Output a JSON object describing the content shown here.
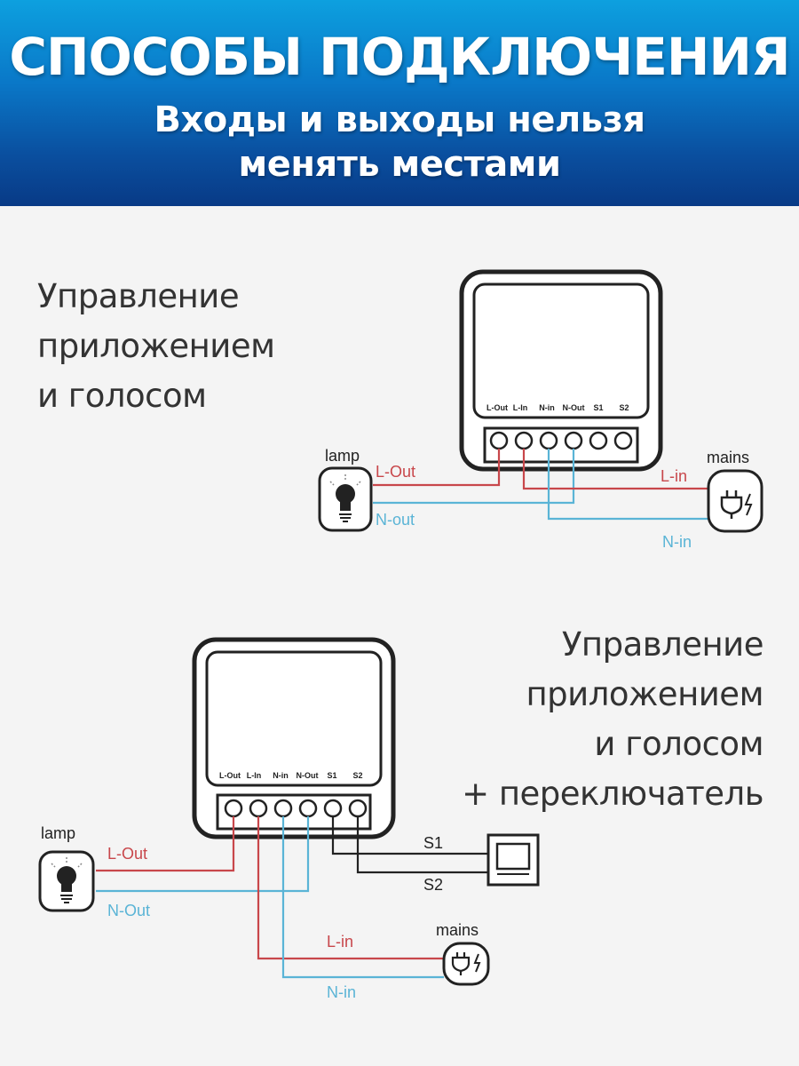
{
  "header": {
    "title": "СПОСОБЫ ПОДКЛЮЧЕНИЯ",
    "subtitle_line1": "Входы и выходы нельзя",
    "subtitle_line2": "менять местами"
  },
  "colors": {
    "header_top": "#0da0df",
    "header_bottom": "#083a86",
    "live_wire": "#c8474b",
    "neutral_wire": "#5ab4d6",
    "switch_wire": "#222222",
    "device_outline": "#222222"
  },
  "scheme1": {
    "caption": [
      "Управление",
      "приложением",
      "и голосом"
    ],
    "terminals": [
      "L-Out",
      "L-In",
      "N-in",
      "N-Out",
      "S1",
      "S2"
    ],
    "lamp_label": "lamp",
    "mains_label": "mains",
    "wires": {
      "l_out": "L-Out",
      "n_out": "N-out",
      "l_in": "L-in",
      "n_in": "N-in"
    },
    "icons": {
      "lamp": "lightbulb-icon",
      "mains": "plug-icon"
    }
  },
  "scheme2": {
    "caption": [
      "Управление",
      "приложением",
      "и голосом",
      "+ переключатель"
    ],
    "terminals": [
      "L-Out",
      "L-In",
      "N-in",
      "N-Out",
      "S1",
      "S2"
    ],
    "lamp_label": "lamp",
    "mains_label": "mains",
    "wires": {
      "l_out": "L-Out",
      "n_out": "N-Out",
      "l_in": "L-in",
      "n_in": "N-in",
      "s1": "S1",
      "s2": "S2"
    },
    "icons": {
      "lamp": "lightbulb-icon",
      "mains": "plug-icon",
      "switch": "wall-switch-icon"
    }
  }
}
